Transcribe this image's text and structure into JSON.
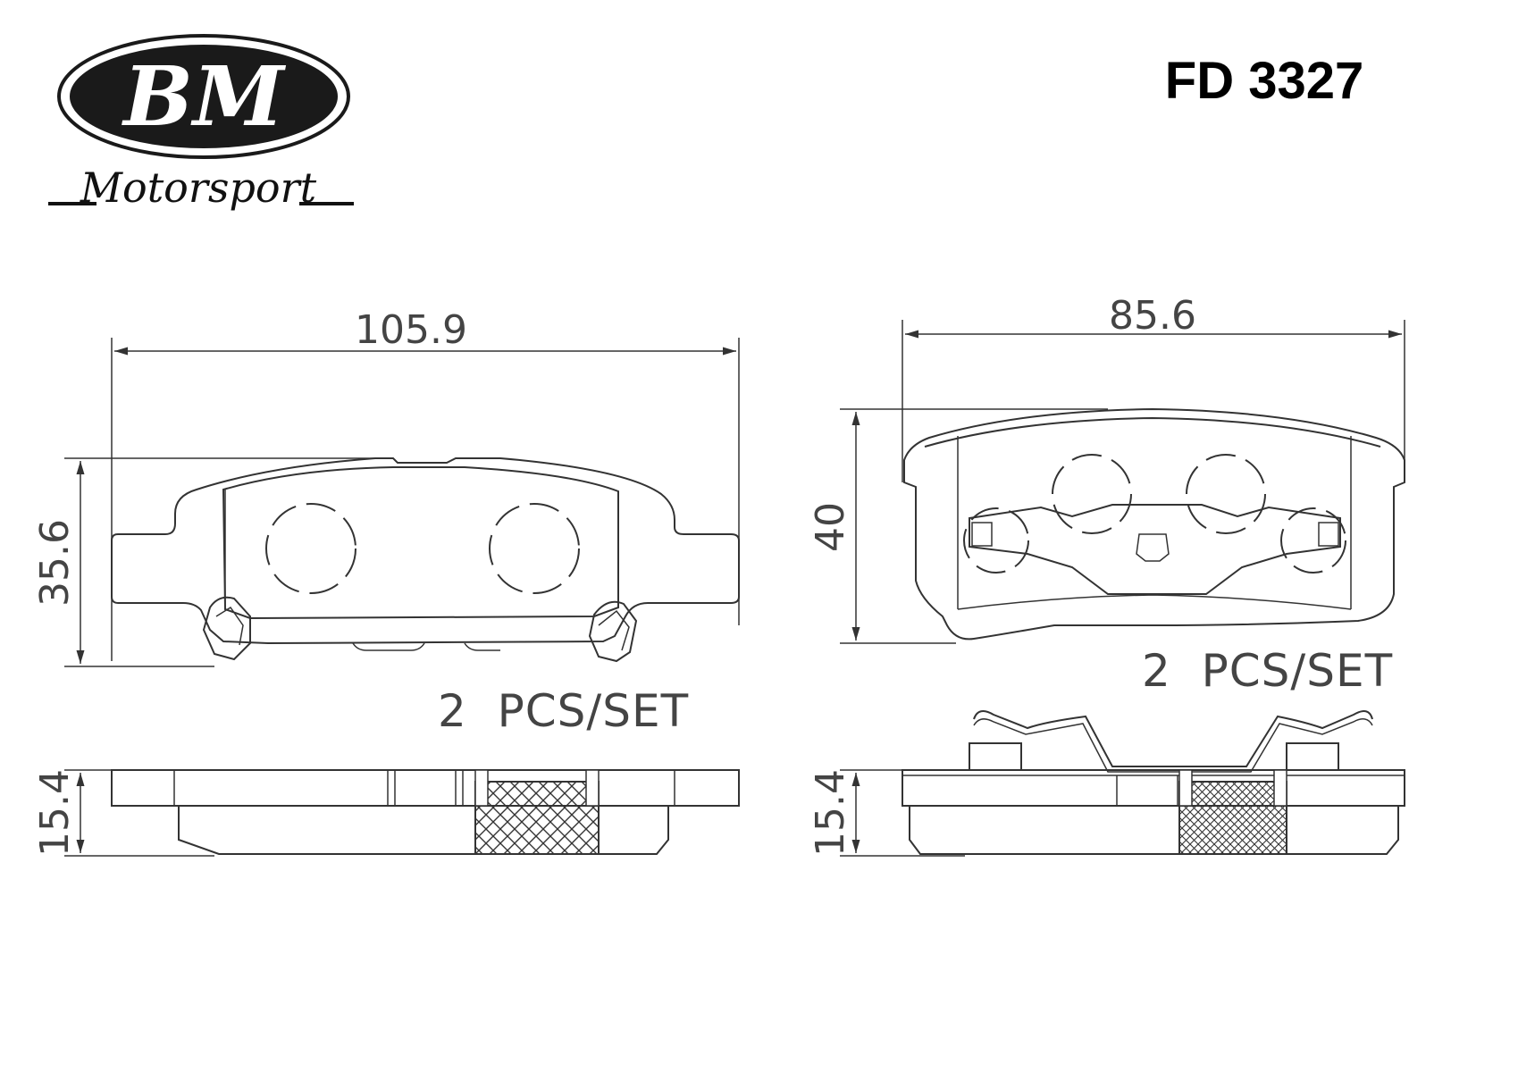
{
  "brand": {
    "logo_text": "BM",
    "tagline": "Motorsport"
  },
  "part_number": "FD 3327",
  "left_pad": {
    "width_label": "105.9",
    "height_label": "35.6",
    "thickness_label": "15.4",
    "quantity_label": "2  PCS/SET"
  },
  "right_pad": {
    "width_label": "85.6",
    "height_label": "40",
    "thickness_label": "15.4",
    "quantity_label": "2  PCS/SET"
  },
  "colors": {
    "line": "#333333",
    "logo_fill": "#1a1a1a"
  }
}
